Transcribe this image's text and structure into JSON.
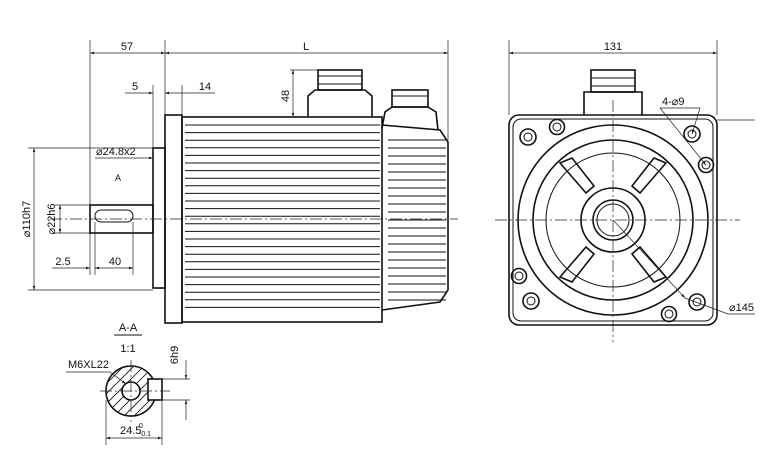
{
  "side_view": {
    "dim_57": "57",
    "dim_L": "L",
    "dim_5": "5",
    "dim_14": "14",
    "dim_48": "48",
    "dim_24_8x2": "⌀24.8x2",
    "dim_A": "A",
    "dim_110h7": "⌀110h7",
    "dim_22h6": "⌀22h6",
    "dim_2_5": "2.5",
    "dim_40": "40"
  },
  "front_view": {
    "dim_131": "131",
    "dim_holes": "4-⌀9",
    "dim_145": "⌀145"
  },
  "section": {
    "title": "A-A",
    "scale": "1:1",
    "thread": "M6XL22",
    "key_width": "6h9",
    "width_main": "24.5",
    "width_tol_upper": "0",
    "width_tol_lower": "-0.1"
  }
}
